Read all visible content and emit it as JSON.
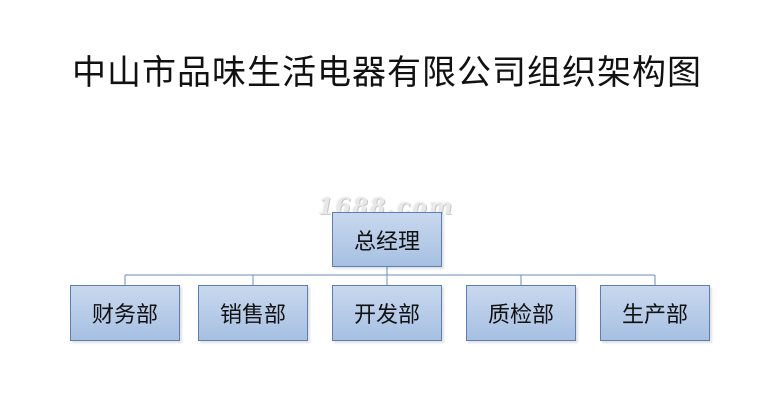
{
  "title": "中山市品味生活电器有限公司组织架构图",
  "watermark": "1688.com",
  "org": {
    "root": "总经理",
    "departments": [
      "财务部",
      "销售部",
      "开发部",
      "质检部",
      "生产部"
    ]
  },
  "colors": {
    "node_fill_top": "#c9d8ee",
    "node_fill_bottom": "#a6c0e2",
    "node_border": "#5a7fb4",
    "connector": "#6b8fbf"
  }
}
